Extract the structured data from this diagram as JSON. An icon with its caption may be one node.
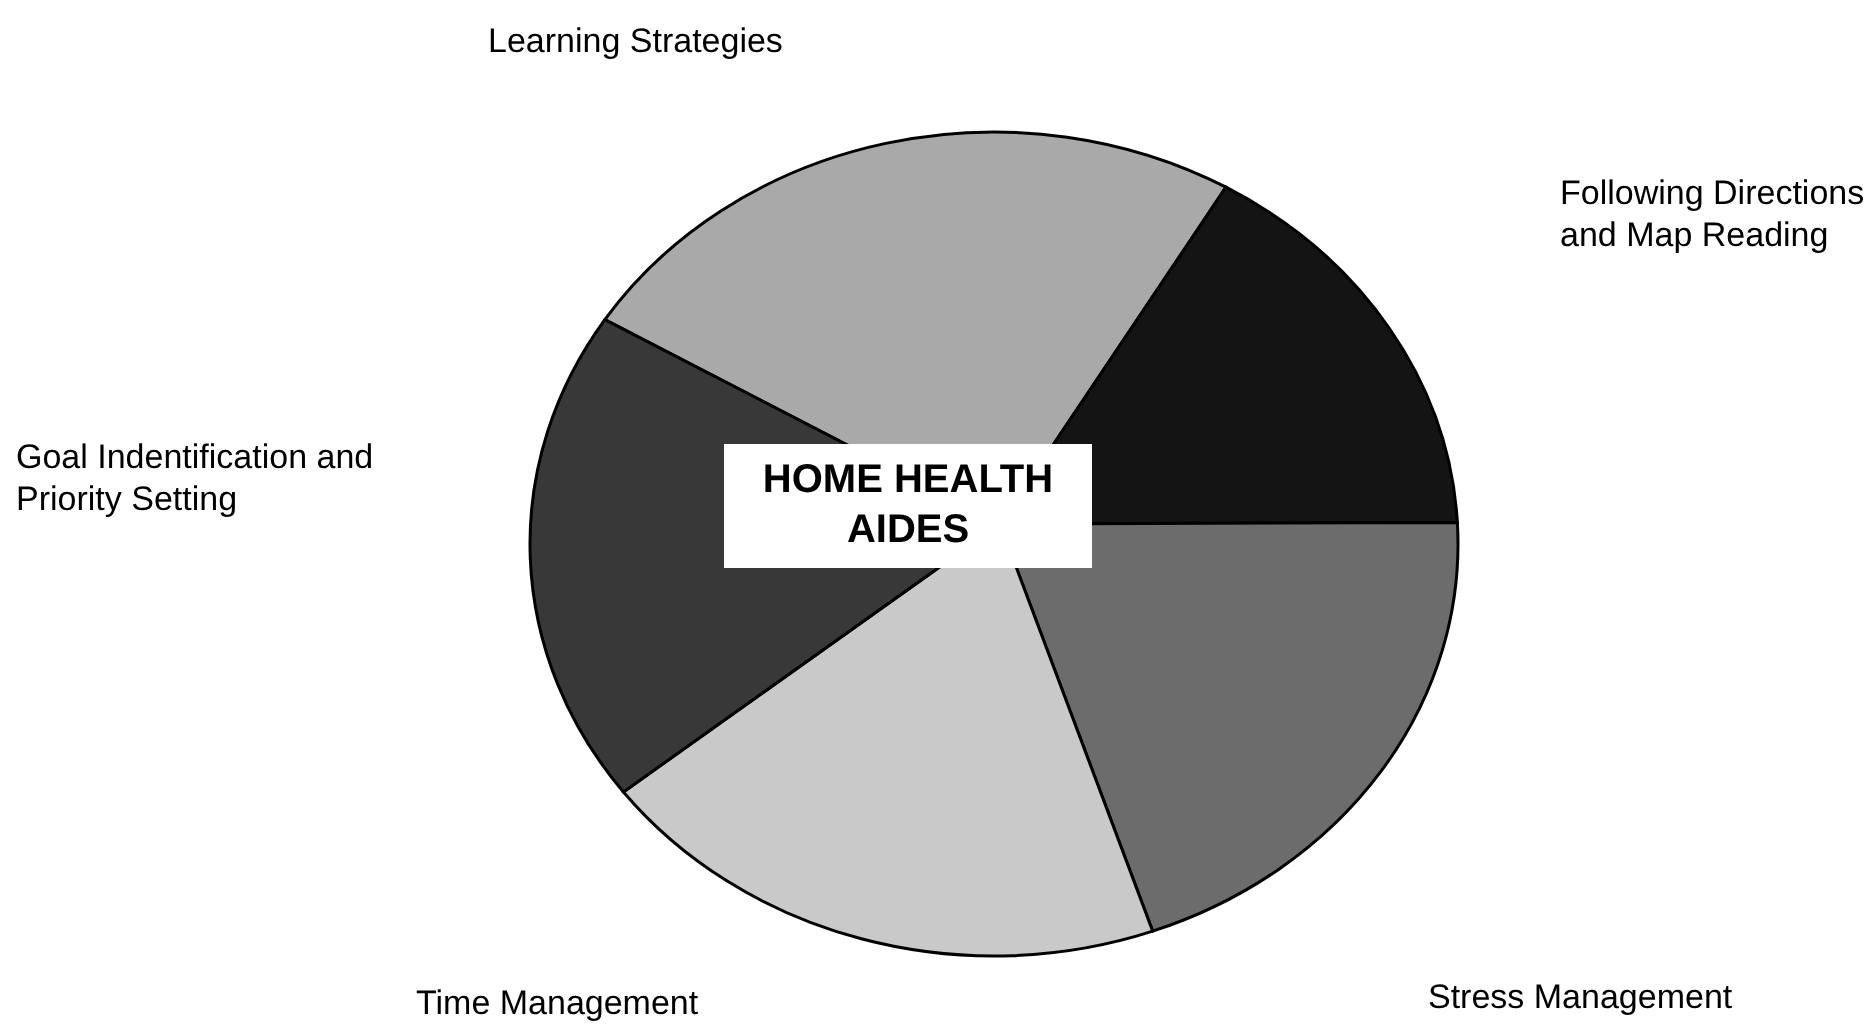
{
  "diagram": {
    "nodes": [
      {
        "text": [
          "HOME HEALTH AIDES"
        ]
      }
    ],
    "labels": [
      "Learning Strategies",
      "Following Directions and Map Reading",
      "Goal Indentification and Priority Setting",
      "Stress Management",
      "Time Management"
    ]
  }
}
